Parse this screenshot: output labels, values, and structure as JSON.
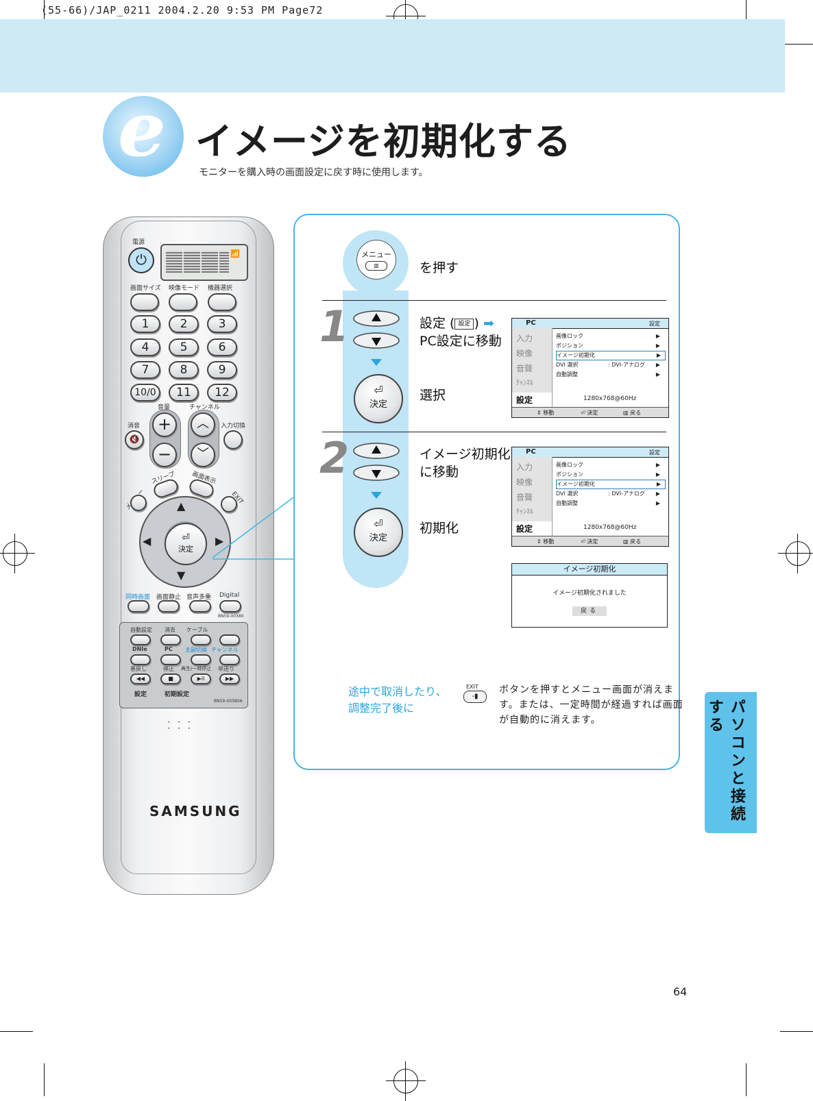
{
  "slug": "(55-66)/JAP_0211  2004.2.20 9:53 PM  Page72",
  "title": "イメージを初期化する",
  "subtitle": "モニターを購入時の画面設定に戻す時に使用します。",
  "remote": {
    "power_label": "電源",
    "row1": [
      "画面サイズ",
      "映像モード",
      "機器選択"
    ],
    "digits": [
      "1",
      "2",
      "3",
      "4",
      "5",
      "6",
      "7",
      "8",
      "9",
      "10/0",
      "11",
      "12"
    ],
    "volume_label": "音量",
    "channel_label": "チャンネル",
    "mute_label": "消音",
    "input_label": "入力切換",
    "sleep_label": "スリープ",
    "display_label": "画面表示",
    "menu_label": "メニュー",
    "exit_label": "EXIT",
    "ok_label": "決定",
    "bottom_row": [
      "同時画面",
      "画面静止",
      "音声多重",
      "Digital"
    ],
    "model1": "BN59-00380",
    "panel_row1": [
      "自動設定",
      "消去",
      "ケーブル"
    ],
    "panel_row2": [
      "DNIe",
      "PC",
      "主副切換",
      "チャンネル"
    ],
    "panel_row3": [
      "巻戻し",
      "停止",
      "再生/一時停止",
      "早送り"
    ],
    "panel_row4": [
      "設定",
      "初期設定"
    ],
    "model2": "BN59-00380A",
    "brand": "SAMSUNG"
  },
  "menu_button": {
    "label": "メニュー",
    "action": "を押す"
  },
  "step1": {
    "number": "1",
    "line1": "設定 (",
    "chip": "設定",
    "line1_end": ")",
    "line2": "PC設定に移動",
    "select": "選択"
  },
  "step2": {
    "number": "2",
    "line1": "イメージ初期化",
    "line2": "に移動",
    "select": "初期化"
  },
  "osd": {
    "header_left": "PC",
    "header_right": "設定",
    "side": [
      "入力",
      "映像",
      "音聲",
      "ﾁｬﾝﾈﾙ",
      "設定"
    ],
    "items": [
      {
        "label": "画像ロック",
        "value": ""
      },
      {
        "label": "ポジション",
        "value": ""
      },
      {
        "label": "イメージ初期化",
        "value": ""
      },
      {
        "label": "DVI 選択",
        "value": ":   DVI-アナログ"
      },
      {
        "label": "自動調整",
        "value": ""
      }
    ],
    "resolution": "1280x768@60Hz",
    "footer": [
      "移動",
      "決定",
      "戻る"
    ]
  },
  "dialog": {
    "title": "イメージ初期化",
    "message": "イメージ初期化されました",
    "button": "戻る"
  },
  "note": {
    "left": [
      "途中で取消したり、",
      "調整完了後に"
    ],
    "exit_label": "EXIT",
    "text": [
      "ボタンを押すとメニュー画面が消えま",
      "す。または、一定時間が経過すれば画面",
      "が自動的に消えます。"
    ]
  },
  "sidebar_label": "パソコンと接続する",
  "page_number": "64",
  "colors": {
    "accent": "#45b5e4",
    "band": "#cdeaf5",
    "sidebar": "#5fc2ea",
    "note": "#2aa4dc"
  }
}
